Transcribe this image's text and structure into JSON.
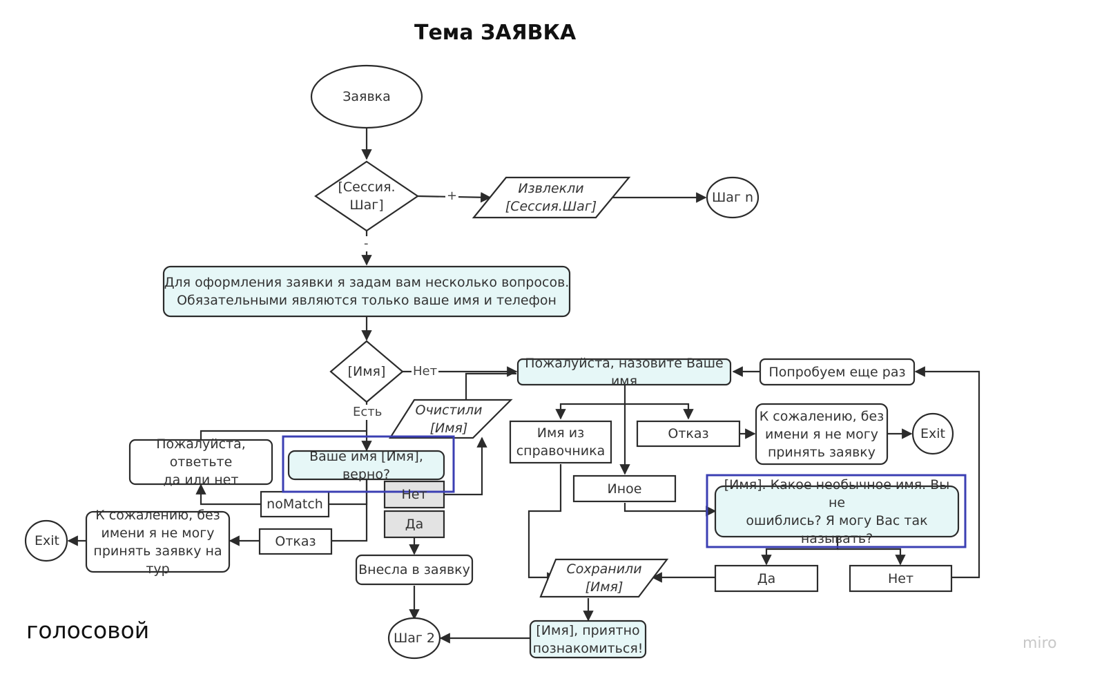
{
  "title": "Тема ЗАЯВКА",
  "corner_label": "голосовой",
  "watermark": "miro",
  "nodes": {
    "start": "Заявка",
    "session_step": "[Сессия.\nШаг]",
    "extracted": "Извлекли\n[Сессия.Шаг]",
    "step_n": "Шаг n",
    "intro": "Для оформления заявки я задам вам несколько вопросов.\nОбязательными являются только ваше имя и телефон",
    "name_check": "[Имя]",
    "ask_name": "Пожалуйста, назовите Ваше имя",
    "try_again": "Попробуем еще раз",
    "cleared": "Очистили\n[Имя]",
    "from_directory": "Имя из\nсправочника",
    "refusal_right": "Отказ",
    "sorry_right": "К сожалению, без\nимени я не могу\nпринять заявку",
    "exit_right": "Exit",
    "other": "Иное",
    "unusual_name": "[Имя]. Какое необычное имя. Вы не\nошиблись? Я могу Вас так называть?",
    "please_answer": "Пожалуйста, ответьте\nда или нет",
    "confirm_name": "Ваше имя [Имя], верно?",
    "no_match": "noMatch",
    "no_left": "Нет",
    "yes_left": "Да",
    "sorry_left": "К сожалению, без\nимени я не могу\nпринять заявку на тур",
    "refusal_left": "Отказ",
    "exit_left": "Exit",
    "saved_to_request": "Внесла в заявку",
    "saved_name": "Сохранили\n[Имя]",
    "yes_right": "Да",
    "no_right": "Нет",
    "nice_to_meet": "[Имя], приятно\nпознакомиться!",
    "step_2": "Шаг 2"
  },
  "edge_labels": {
    "plus": "+",
    "minus": "-",
    "no": "Нет",
    "yes_exists": "Есть"
  },
  "colors": {
    "highlight_fill": "#e6f7f7",
    "selection_border": "#3b3fb3",
    "gray_fill": "#e3e3e3",
    "stroke": "#2b2b2b"
  }
}
